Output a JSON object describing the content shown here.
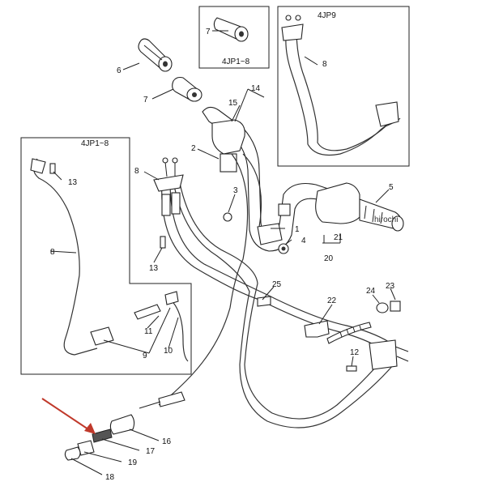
{
  "diagram": {
    "callouts": [
      "1",
      "2",
      "3",
      "4",
      "5",
      "6",
      "7",
      "8",
      "9",
      "10",
      "11",
      "12",
      "13",
      "14",
      "15",
      "16",
      "17",
      "18",
      "19",
      "20",
      "21",
      "22",
      "23",
      "24",
      "25"
    ],
    "inset_labels": {
      "top_small": "4JP1~8",
      "top_right": "4JP9",
      "left": "4JP1~8"
    },
    "watermark": "hirochi",
    "arrow_color": "#c0392b"
  }
}
